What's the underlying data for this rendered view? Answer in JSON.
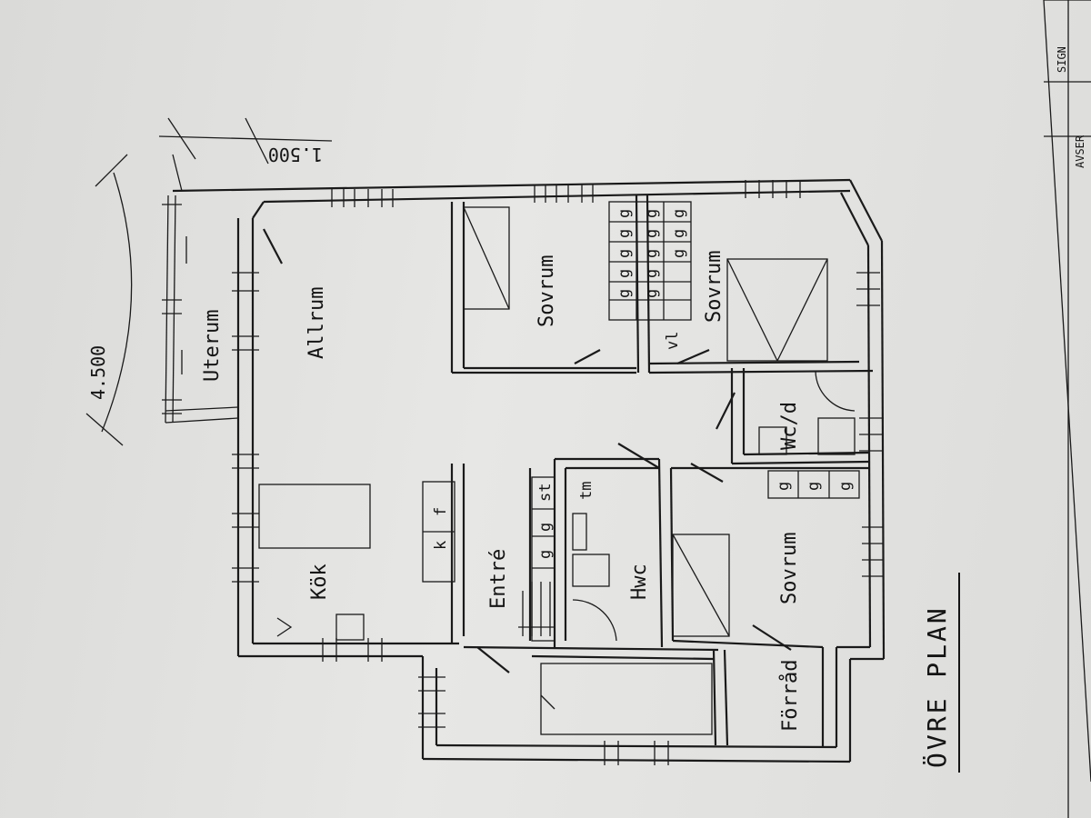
{
  "plan": {
    "title": "ÖVRE PLAN",
    "rooms": {
      "uterum": "Uterum",
      "allrum": "Allrum",
      "sovrum_1": "Sovrum",
      "sovrum_2": "Sovrum",
      "sovrum_3": "Sovrum",
      "wcd": "Wc/d",
      "kok": "Kök",
      "entre": "Entré",
      "hwc": "Hwc",
      "forrad": "Förråd"
    },
    "fixtures": {
      "k": "k",
      "f": "f",
      "st": "st",
      "tm": "tm",
      "vl": "vl",
      "g": "g"
    },
    "dimensions": {
      "width": "4.500",
      "depth": "1.500"
    }
  },
  "title_block": {
    "sign": "SIGN",
    "avser": "AVSER"
  }
}
